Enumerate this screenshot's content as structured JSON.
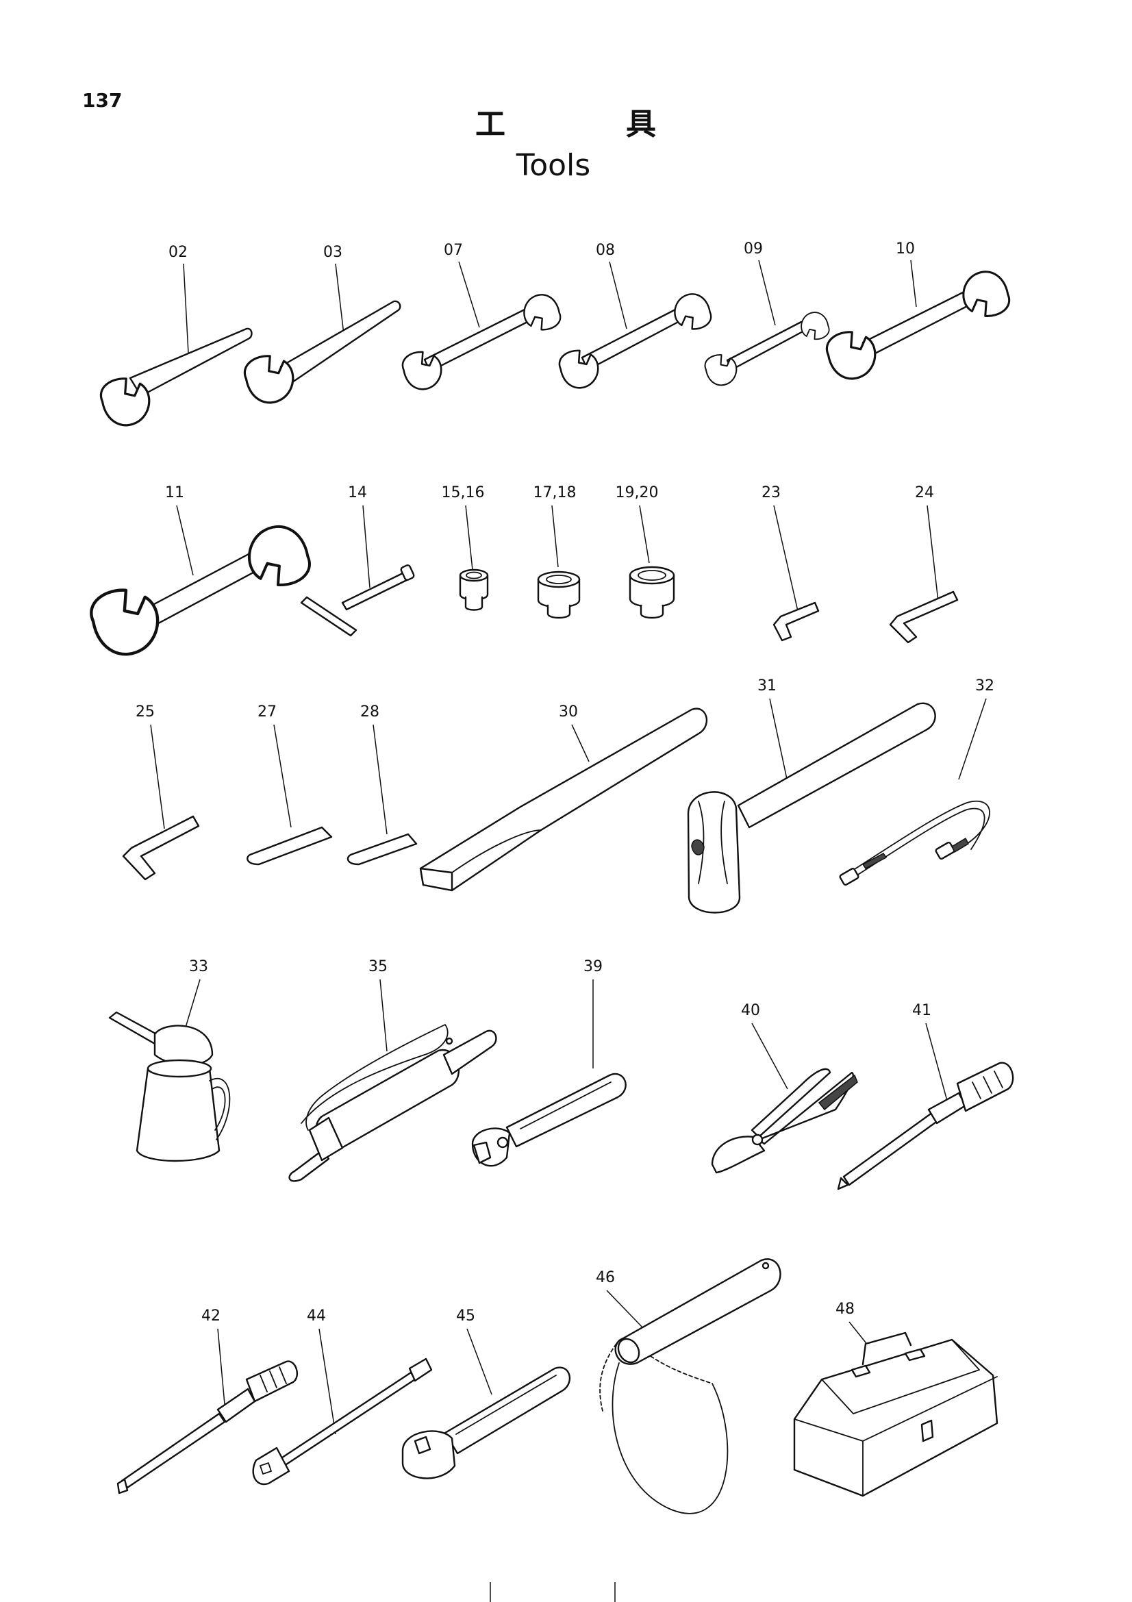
{
  "page": {
    "number": "137",
    "title_jp": "工　　　　具",
    "title_en": "Tools"
  },
  "items": {
    "i02": "02",
    "i03": "03",
    "i07": "07",
    "i08": "08",
    "i09": "09",
    "i10": "10",
    "i11": "11",
    "i14": "14",
    "i15": "15,16",
    "i17": "17,18",
    "i19": "19,20",
    "i23": "23",
    "i24": "24",
    "i25": "25",
    "i27": "27",
    "i28": "28",
    "i30": "30",
    "i31": "31",
    "i32": "32",
    "i33": "33",
    "i35": "35",
    "i39": "39",
    "i40": "40",
    "i41": "41",
    "i42": "42",
    "i44": "44",
    "i45": "45",
    "i46": "46",
    "i48": "48"
  }
}
